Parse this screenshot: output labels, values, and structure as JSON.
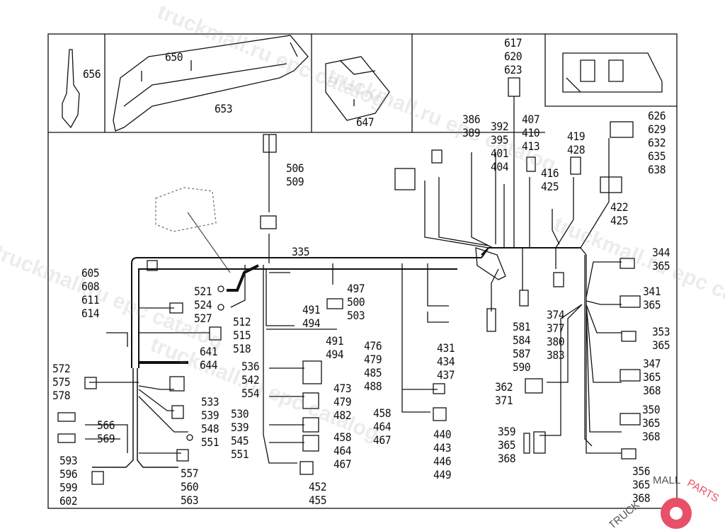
{
  "watermark": "truckmall.ru epc catalog",
  "logo": {
    "text_a": "TRUCK",
    "text_b": "MALL",
    "text_c": "PARTS",
    "accent": "#e8506a"
  },
  "callouts": [
    "656",
    "650",
    "653",
    "647",
    "617\n620\n623",
    "386\n389",
    "392\n395\n401\n404",
    "407\n410\n413",
    "419\n428",
    "416\n425",
    "626\n629\n632\n635\n638",
    "506\n509",
    "422\n425",
    "335",
    "344\n365",
    "605\n608\n611\n614",
    "521\n524\n527",
    "497\n500\n503",
    "341\n365",
    "491\n494",
    "512\n515\n518",
    "491\n494",
    "476\n479\n485\n488",
    "431\n434\n437",
    "581\n584\n587\n590",
    "374\n377\n380\n383",
    "353\n365",
    "641\n644",
    "536\n542\n554",
    "572\n575\n578",
    "473\n479\n482",
    "347\n365\n368",
    "362\n371",
    "533\n539\n548\n551",
    "530\n539\n545\n551",
    "458\n464\n467",
    "440\n443\n446\n449",
    "350\n365\n368",
    "566\n569",
    "458\n464\n467",
    "359\n365\n368",
    "593\n596\n599\n602",
    "557\n560\n563",
    "452\n455",
    "356\n365\n368"
  ]
}
